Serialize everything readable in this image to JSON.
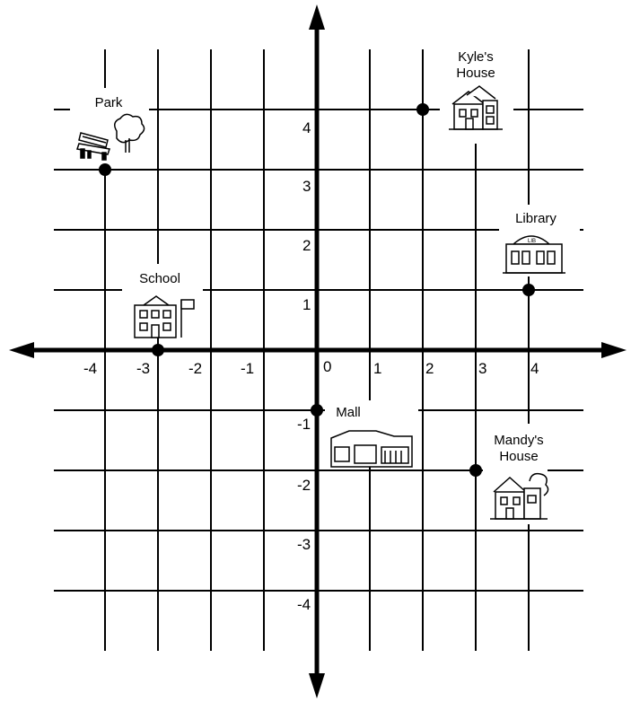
{
  "grid": {
    "x_ticks": [
      "-4",
      "-3",
      "-2",
      "-1",
      "0",
      "1",
      "2",
      "3",
      "4"
    ],
    "y_ticks": [
      "4",
      "3",
      "2",
      "1",
      "-1",
      "-2",
      "-3",
      "-4"
    ]
  },
  "locations": [
    {
      "key": "park",
      "label_lines": [
        "Park"
      ],
      "x": -4,
      "y": 3,
      "icon": "park-bench-icon"
    },
    {
      "key": "kyles-house",
      "label_lines": [
        "Kyle's",
        "House"
      ],
      "x": 2,
      "y": 4,
      "icon": "house-icon"
    },
    {
      "key": "library",
      "label_lines": [
        "Library"
      ],
      "x": 4,
      "y": 1,
      "icon": "library-icon"
    },
    {
      "key": "school",
      "label_lines": [
        "School"
      ],
      "x": -3,
      "y": 0,
      "icon": "school-icon"
    },
    {
      "key": "mall",
      "label_lines": [
        "Mall"
      ],
      "x": 0,
      "y": -1,
      "icon": "mall-icon"
    },
    {
      "key": "mandys-house",
      "label_lines": [
        "Mandy's",
        "House"
      ],
      "x": 3,
      "y": -2,
      "icon": "house-icon"
    }
  ],
  "colors": {
    "line": "#000000",
    "background": "#ffffff"
  }
}
